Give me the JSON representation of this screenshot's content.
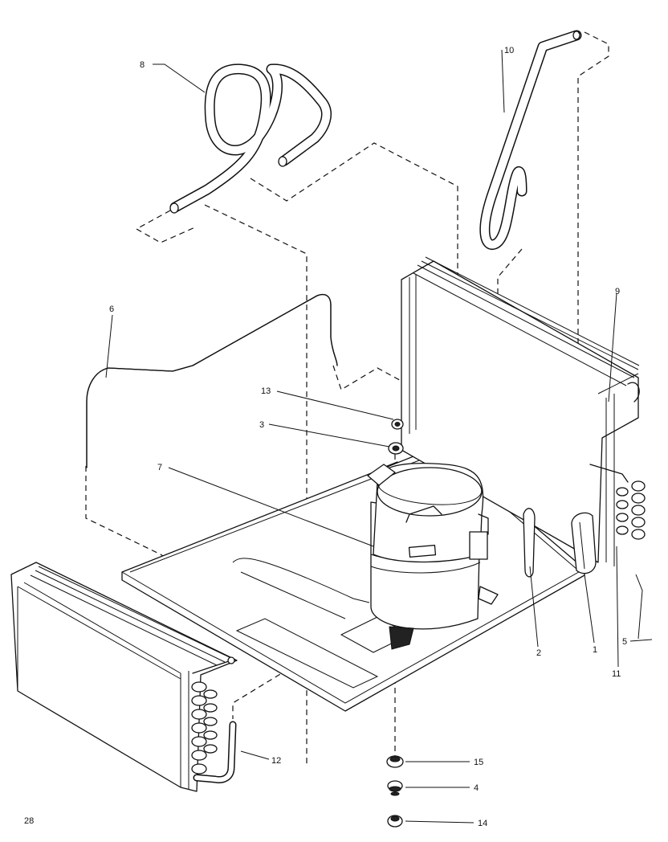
{
  "labels": {
    "l1": "1",
    "l2": "2",
    "l3": "3",
    "l4": "4",
    "l5": "5",
    "l6": "6",
    "l7": "7",
    "l8": "8",
    "l9": "9",
    "l10": "10",
    "l11": "11",
    "l12": "12",
    "l13": "13",
    "l14": "14",
    "l15": "15"
  },
  "page_number": "28"
}
